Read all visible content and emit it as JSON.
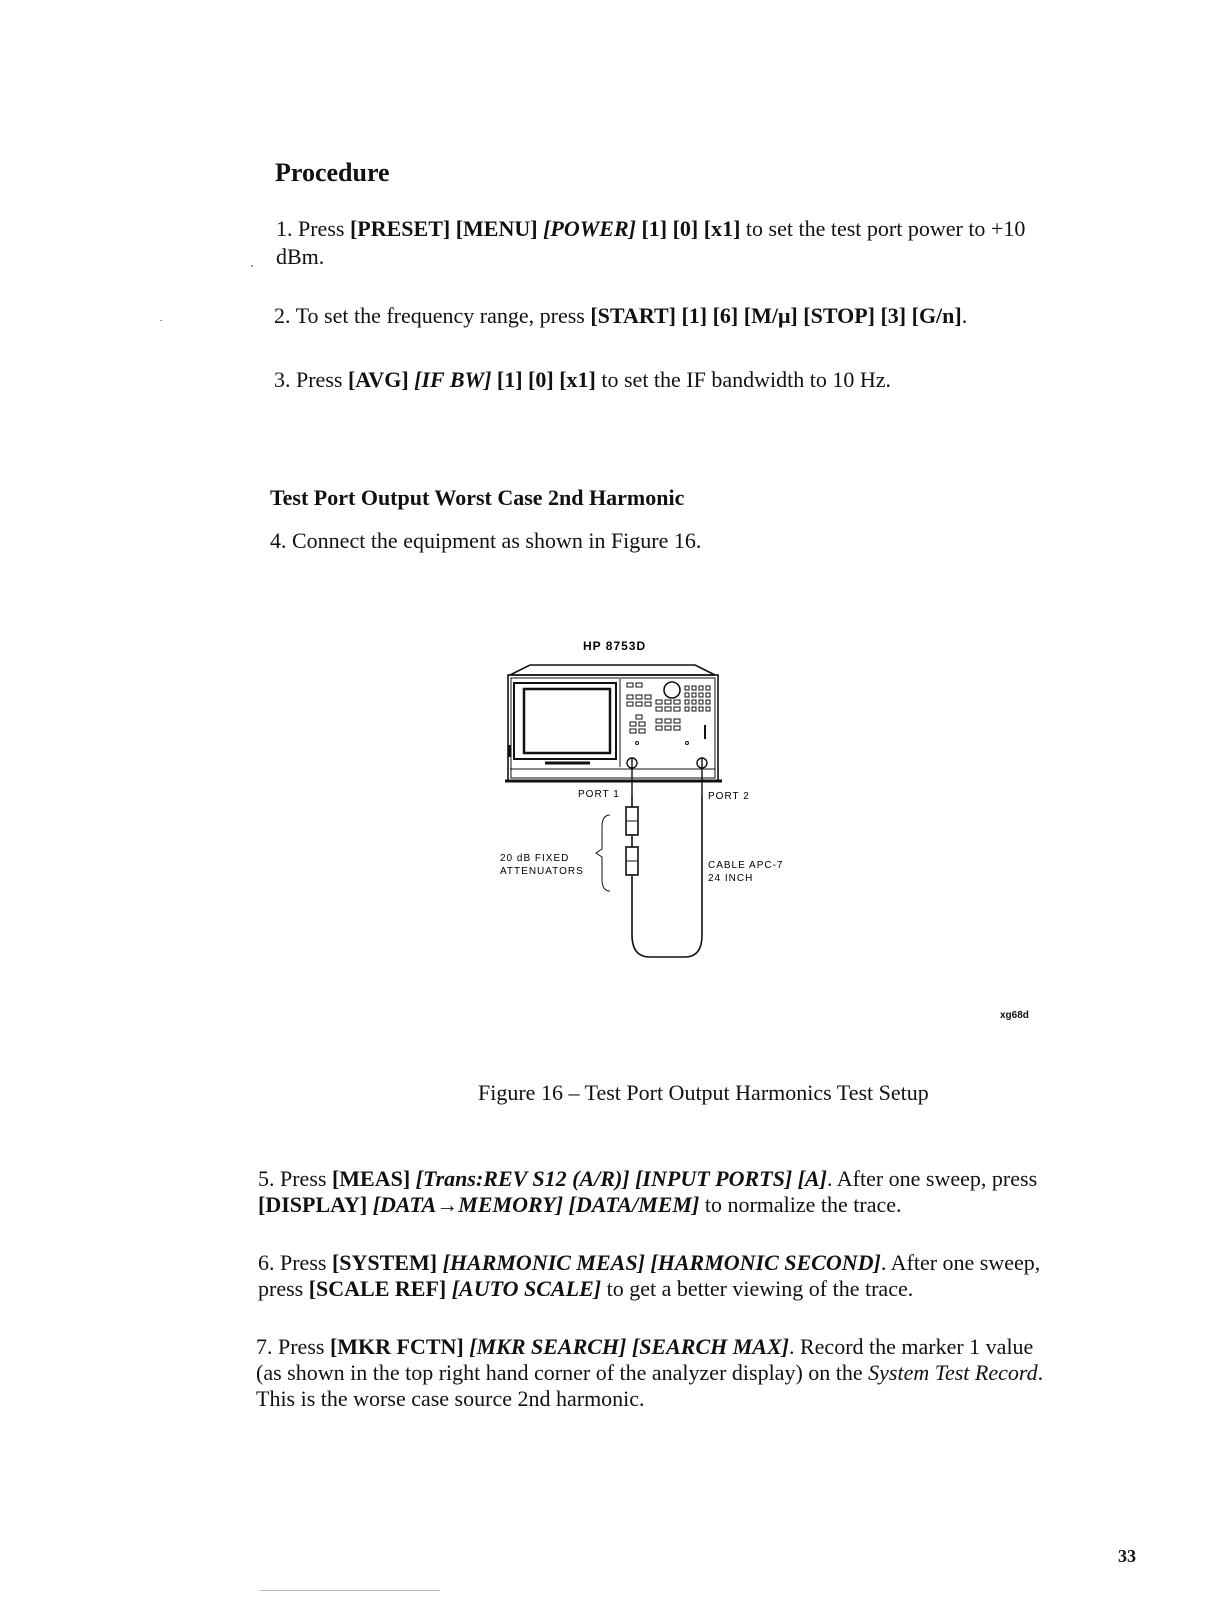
{
  "section_title": "Procedure",
  "steps": [
    {
      "num": "1.",
      "parts": [
        {
          "t": "Press ",
          "s": "n"
        },
        {
          "t": "[PRESET] [MENU] ",
          "s": "b"
        },
        {
          "t": "[POWER]",
          "s": "bi"
        },
        {
          "t": " [1] [0] [x1]",
          "s": "b"
        },
        {
          "t": " to set the test port power  to +10",
          "s": "n"
        }
      ],
      "line2": "dBm."
    },
    {
      "num": "2.",
      "parts": [
        {
          "t": "To set the frequency range, press ",
          "s": "n"
        },
        {
          "t": "[START] [1] [6] [M/μ] [STOP] [3] [G/n]",
          "s": "b"
        },
        {
          "t": ".",
          "s": "n"
        }
      ]
    },
    {
      "num": "3.",
      "parts": [
        {
          "t": "Press ",
          "s": "n"
        },
        {
          "t": "[AVG] ",
          "s": "b"
        },
        {
          "t": "[IF BW]",
          "s": "bi"
        },
        {
          "t": " [1] [0] [x1]",
          "s": "b"
        },
        {
          "t": " to set the IF bandwidth to 10 Hz.",
          "s": "n"
        }
      ]
    }
  ],
  "subsection_title": "Test Port Output Worst Case 2nd Harmonic",
  "step4": {
    "num": "4.",
    "text": "Connect the equipment as shown in Figure 16."
  },
  "figure": {
    "title": "HP 8753D",
    "port1": "PORT 1",
    "port2": "PORT 2",
    "atten_line1": "20 dB FIXED",
    "atten_line2": "ATTENUATORS",
    "cable_line1": "CABLE APC-7",
    "cable_line2": "24 INCH",
    "code": "xg68d",
    "caption": "Figure 16  – Test Port Output Harmonics Test Setup"
  },
  "step5": {
    "num": "5.",
    "line1": [
      {
        "t": "Press ",
        "s": "n"
      },
      {
        "t": "[MEAS] ",
        "s": "b"
      },
      {
        "t": "[Trans:REV S12 (A/R)] [INPUT PORTS] [A]",
        "s": "bi"
      },
      {
        "t": ". After one sweep, press",
        "s": "n"
      }
    ],
    "line2": [
      {
        "t": "[DISPLAY] ",
        "s": "b"
      },
      {
        "t": "[DATA→MEMORY] [DATA/MEM]",
        "s": "bi"
      },
      {
        "t": " to normalize the trace.",
        "s": "n"
      }
    ]
  },
  "step6": {
    "num": "6.",
    "line1": [
      {
        "t": "Press ",
        "s": "n"
      },
      {
        "t": "[SYSTEM] ",
        "s": "b"
      },
      {
        "t": "[HARMONIC MEAS] [HARMONIC SECOND]",
        "s": "bi"
      },
      {
        "t": ". After one sweep,",
        "s": "n"
      }
    ],
    "line2": [
      {
        "t": "press ",
        "s": "n"
      },
      {
        "t": "[SCALE REF] ",
        "s": "b"
      },
      {
        "t": "[AUTO SCALE]",
        "s": "bi"
      },
      {
        "t": " to get a better viewing of the trace.",
        "s": "n"
      }
    ]
  },
  "step7": {
    "num": "7.",
    "line1": [
      {
        "t": "Press ",
        "s": "n"
      },
      {
        "t": "[MKR FCTN] ",
        "s": "b"
      },
      {
        "t": "[MKR SEARCH] [SEARCH MAX]",
        "s": "bi"
      },
      {
        "t": ". Record the marker 1 value",
        "s": "n"
      }
    ],
    "line2": [
      {
        "t": "(as shown in the top right hand corner of the analyzer display) on the ",
        "s": "n"
      },
      {
        "t": "System Test Record",
        "s": "i"
      },
      {
        "t": ".",
        "s": "n"
      }
    ],
    "line3": "This is the worse case source 2nd harmonic."
  },
  "page_number": "33"
}
